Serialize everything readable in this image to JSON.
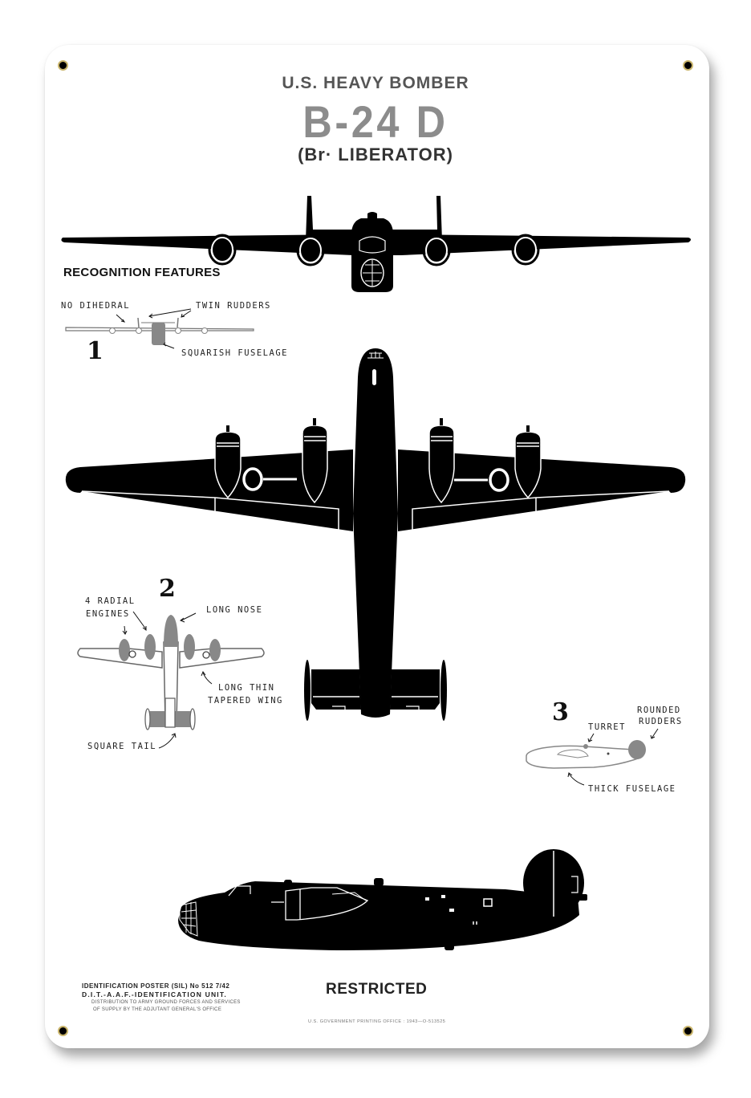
{
  "poster": {
    "category": "U.S. HEAVY BOMBER",
    "model": "B-24 D",
    "british_name": "(Br· LIBERATOR)",
    "section_heading": "RECOGNITION FEATURES",
    "classification": "RESTRICTED",
    "colors": {
      "silhouette": "#000000",
      "highlight_gray": "#8c8c8c",
      "background": "#ffffff",
      "mount_hole_ring": "#c9b46a"
    }
  },
  "views": {
    "front": {
      "name": "front-view-silhouette"
    },
    "top": {
      "name": "top-view-silhouette"
    },
    "side": {
      "name": "side-view-silhouette"
    }
  },
  "features": [
    {
      "number": "1",
      "view": "front",
      "callouts": [
        "NO DIHEDRAL",
        "TWIN RUDDERS",
        "SQUARISH FUSELAGE"
      ]
    },
    {
      "number": "2",
      "view": "top",
      "callouts": [
        "4 RADIAL",
        "ENGINES",
        "LONG NOSE",
        "LONG THIN",
        "TAPERED WING",
        "SQUARE TAIL"
      ]
    },
    {
      "number": "3",
      "view": "side",
      "callouts": [
        "ROUNDED",
        "RUDDERS",
        "TURRET",
        "THICK FUSELAGE"
      ]
    }
  ],
  "footer": {
    "line1": "IDENTIFICATION POSTER (SIL) No 512  7/42",
    "line2": "D.I.T.-A.A.F.-IDENTIFICATION UNIT.",
    "line3": "DISTRIBUTION TO ARMY GROUND FORCES AND SERVICES",
    "line4": "OF SUPPLY BY THE ADJUTANT GENERAL'S OFFICE",
    "printer": "U.S. GOVERNMENT PRINTING OFFICE : 1943—O-513525"
  }
}
